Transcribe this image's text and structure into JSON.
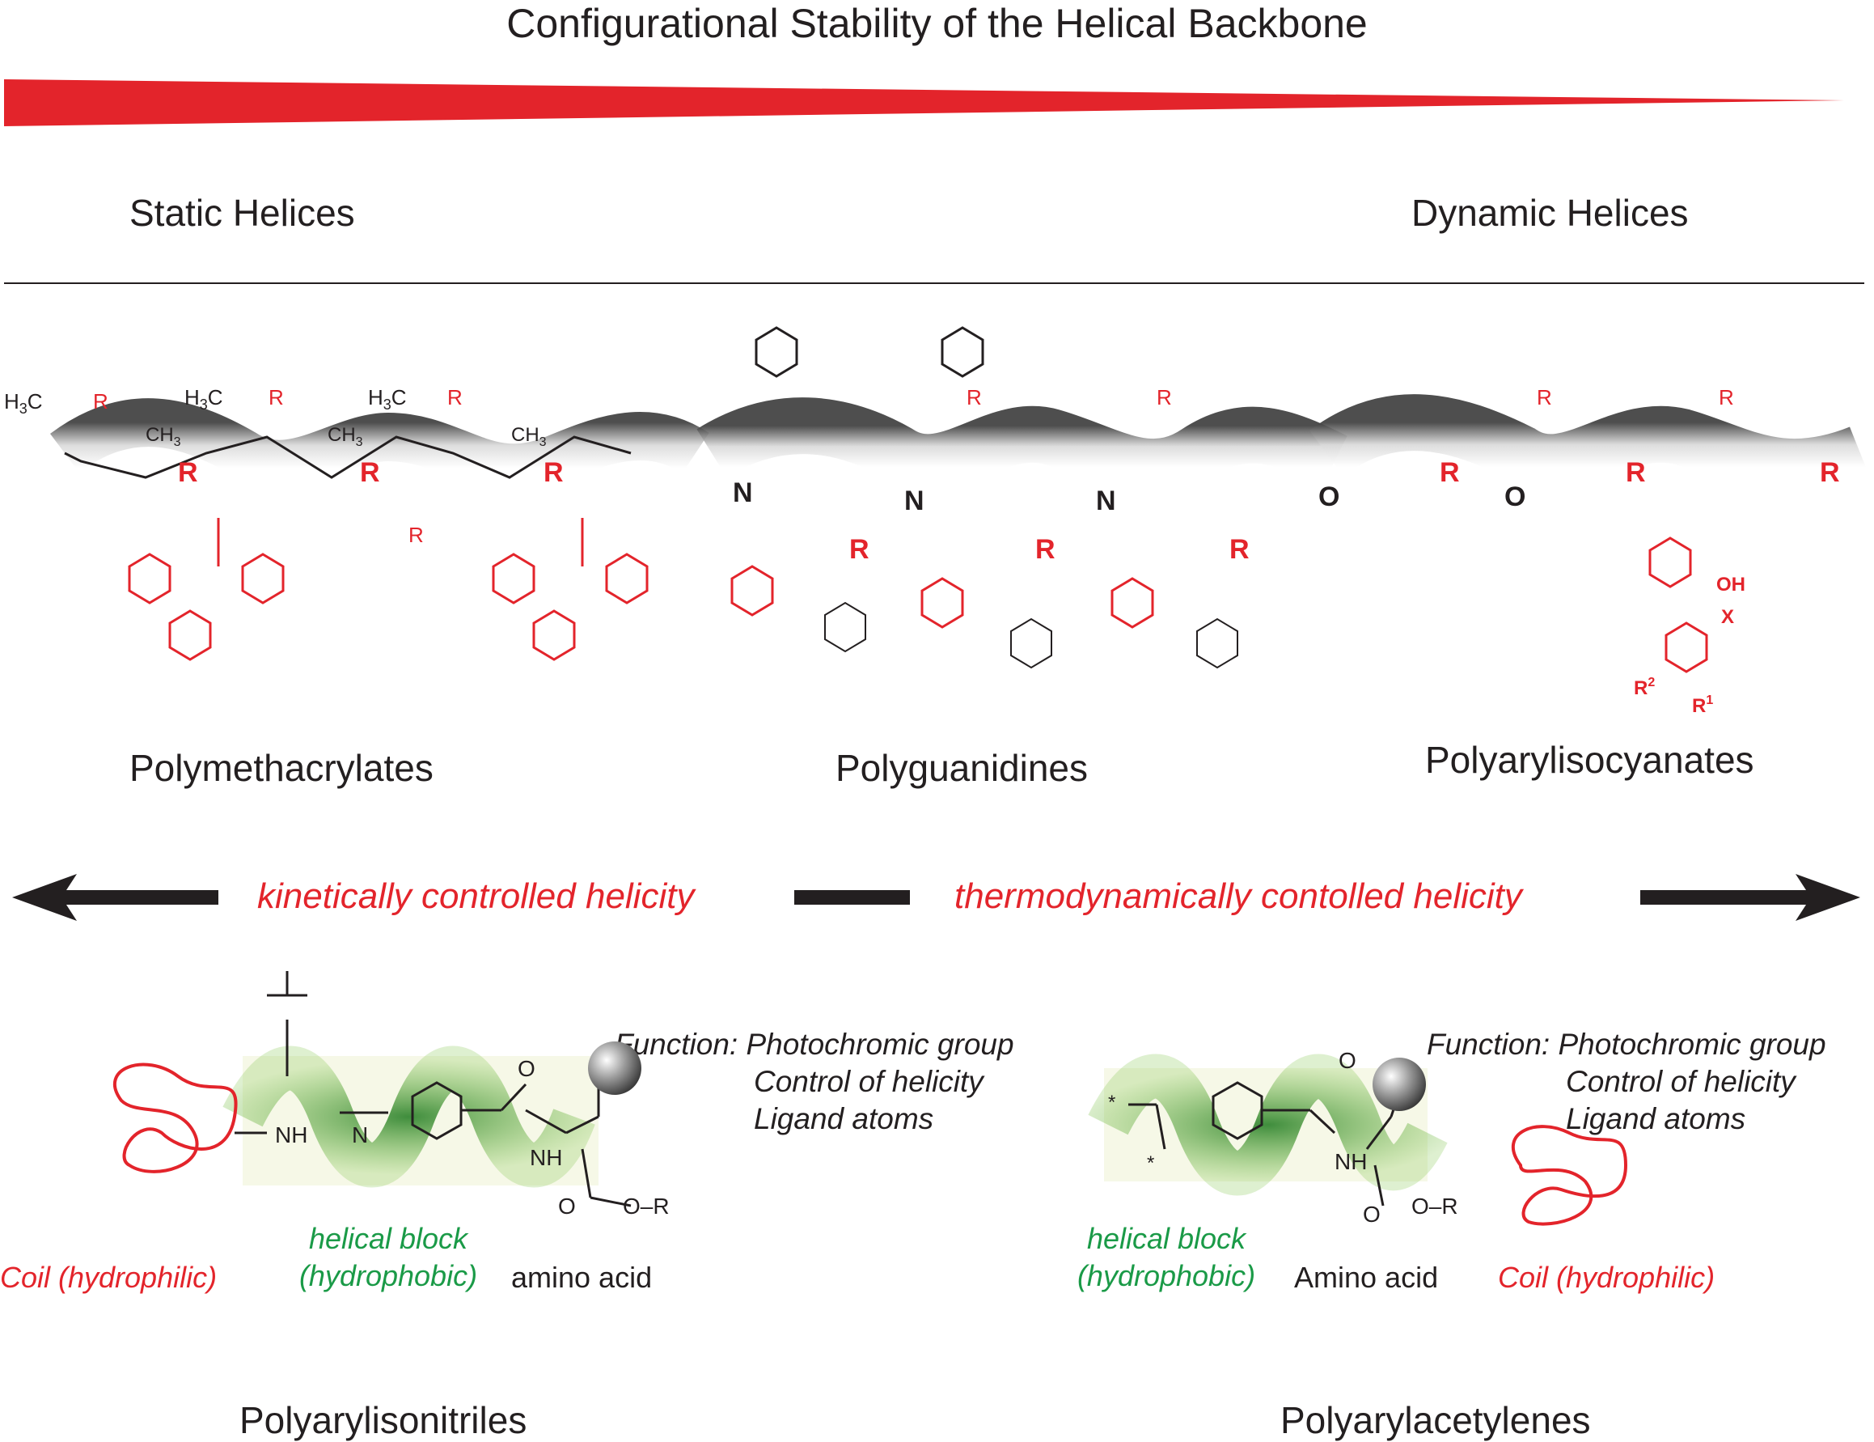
{
  "title": "Configurational Stability of the Helical Backbone",
  "headers": {
    "left": "Static Helices",
    "right": "Dynamic Helices"
  },
  "polymers": {
    "p1": "Polymethacrylates",
    "p2": "Polyguanidines",
    "p3": "Polyarylisocyanates",
    "p4": "Polyarylisonitriles",
    "p5": "Polyarylacetylenes"
  },
  "middle": {
    "kinetic": "kinetically controlled helicity",
    "thermo": "thermodynamically contolled helicity"
  },
  "function_block": {
    "line1": "Function: Photochromic group",
    "line2": "Control of helicity",
    "line3": "Ligand atoms"
  },
  "labels": {
    "coil": "Coil (hydrophilic)",
    "helical_block": "helical block",
    "hydrophobic": "(hydrophobic)",
    "amino_acid_lower": "amino acid",
    "amino_acid_upper": "Amino acid"
  },
  "colors": {
    "accent_red": "#e3242b",
    "green": "#1a9a47",
    "text": "#231f20"
  }
}
